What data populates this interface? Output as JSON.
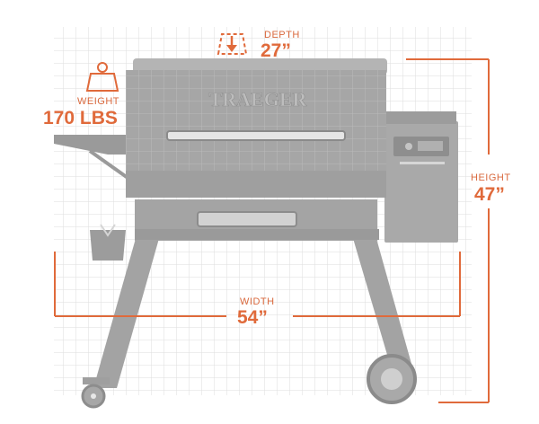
{
  "brand": {
    "logo_text": "TRAEGER"
  },
  "dimensions": {
    "depth": {
      "label": "DEPTH",
      "value": "27”"
    },
    "weight": {
      "label": "WEIGHT",
      "value": "170 LBS"
    },
    "height": {
      "label": "HEIGHT",
      "value": "47”"
    },
    "width": {
      "label": "WIDTH",
      "value": "54”"
    }
  },
  "colors": {
    "accent": "#e06a3b",
    "grill_body": "#a8a8a8",
    "grill_dark": "#8a8a8a",
    "grid_line": "#dcdcdc",
    "background": "#ffffff"
  },
  "icons": {
    "depth": "down-arrow-box-icon",
    "weight": "weight-icon"
  }
}
